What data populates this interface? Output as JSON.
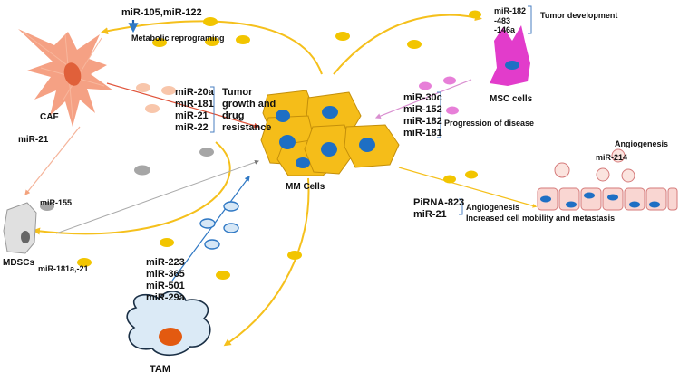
{
  "caf": {
    "label": "CAF",
    "mirna_top": "miR-105,miR-122",
    "metabolic": "Metabolic reprograming",
    "mirna_down": "miR-21",
    "mirna_list": [
      "miR-20a",
      "miR-181",
      "miR-21",
      "miR-22"
    ],
    "effect": [
      "Tumor",
      "growth and",
      "drug",
      "resistance"
    ]
  },
  "msc": {
    "label": "MSC cells",
    "mirna_top": [
      "miR-182",
      "-483",
      "-146a"
    ],
    "effect_top": "Tumor development",
    "mirna_list": [
      "miR-30c",
      "miR-152",
      "miR-182",
      "miR-181"
    ],
    "effect": "Progression of disease"
  },
  "mm": {
    "label": "MM Cells"
  },
  "mdsc": {
    "label": "MDSCs",
    "mirna_a": "miR-155",
    "mirna_b": "miR-181a,-21"
  },
  "tam": {
    "label": "TAM",
    "mirna_list": [
      "miR-223",
      "miR-365",
      "miR-501",
      "miR-29a"
    ]
  },
  "endo": {
    "angiogenesis_top": "Angiogenesis",
    "mirna_top": "miR-214",
    "mirna_list": [
      "PiRNA-823",
      "miR-21"
    ],
    "effect_1": "Angiogenesis",
    "effect_2": "Increased cell mobility and metastasis"
  },
  "colors": {
    "arrow": "#f5c01c",
    "vesicle": "#f2c500",
    "caf_cell": "#f3906e",
    "mm_cell": "#f5bd19",
    "nucleus": "#1e6fc4",
    "msc_cell": "#e23ccb",
    "tam_cell": "#dbeaf6",
    "tam_nucleus": "#e35a10",
    "endo_cell": "#f9d6d2",
    "mdsc_cell": "#e0e0e0"
  }
}
